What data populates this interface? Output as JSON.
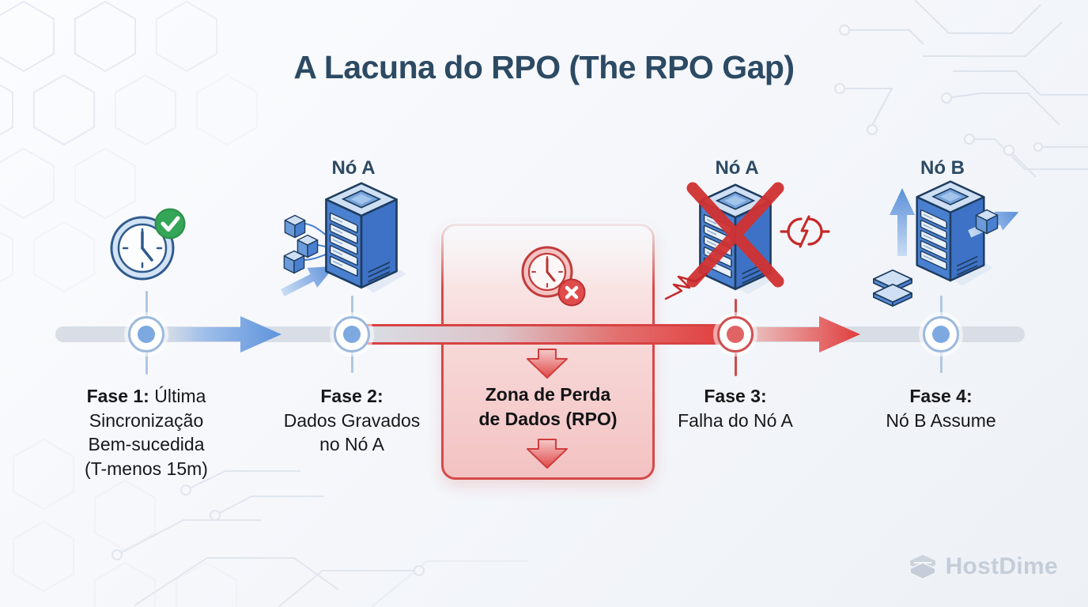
{
  "title": "A Lacuna do RPO (The RPO Gap)",
  "zone": {
    "line1": "Zona de Perda",
    "line2": "de Dados (RPO)",
    "icon": "clock-data-loss-icon"
  },
  "phases": [
    {
      "caption_bold": "Fase 1:",
      "caption_l1_rest": "Última",
      "caption_l2": "Sincronização",
      "caption_l3": "Bem-sucedida",
      "caption_l4": "(T-menos 15m)",
      "icon": "clock-success-icon"
    },
    {
      "node_label": "Nó A",
      "caption_bold": "Fase 2:",
      "caption_l1": "Dados Gravados",
      "caption_l2": "no Nó A",
      "icon": "server-receiving-data-icon"
    },
    {
      "node_label": "Nó A",
      "caption_bold": "Fase 3:",
      "caption_l1": "Falha do Nó A",
      "icon": "server-failed-icon"
    },
    {
      "node_label": "Nó B",
      "caption_bold": "Fase 4:",
      "caption_l1": "Nó B Assume",
      "icon": "server-takeover-icon"
    }
  ],
  "branding": {
    "logo_text": "HostDime",
    "logo_icon": "stacked-hexagon-server-icon"
  },
  "colors": {
    "title_navy": "#2c4a63",
    "timeline_gray": "#d9dee6",
    "accent_blue": "#5b8fd9",
    "accent_red": "#d64040",
    "success_green": "#35a557",
    "zone_pink": "#f3c2c2",
    "logo_gray": "#c5cdd8"
  }
}
